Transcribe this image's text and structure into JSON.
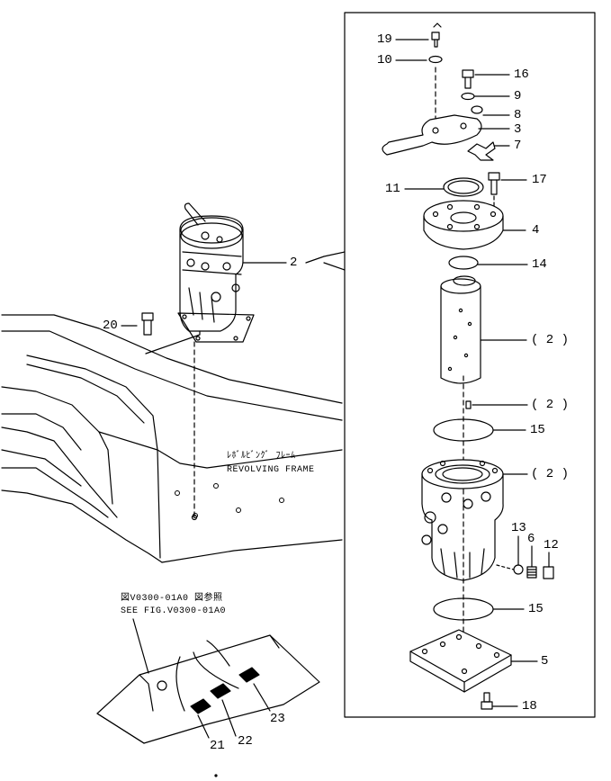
{
  "frame_note": {
    "line1": "ﾚﾎﾞﾙﾋﾞﾝｸﾞ ﾌﾚｰﾑ",
    "line2": "REVOLVING FRAME"
  },
  "see_fig_note": {
    "line1": "図V0300-01A0 図参照",
    "line2": "SEE FIG.V0300-01A0"
  },
  "callouts": {
    "c2": "2",
    "c3": "3",
    "c4": "4",
    "c5": "5",
    "c6": "6",
    "c7": "7",
    "c8": "8",
    "c9": "9",
    "c10": "10",
    "c11": "11",
    "c12": "12",
    "c13": "13",
    "c14": "14",
    "c15a": "15",
    "c15b": "15",
    "c16": "16",
    "c17": "17",
    "c18": "18",
    "c19": "19",
    "c20": "20",
    "c21": "21",
    "c22": "22",
    "c23": "23",
    "sub_a": "( 2 )",
    "sub_b": "( 2 )",
    "sub_c": "( 2 )"
  }
}
